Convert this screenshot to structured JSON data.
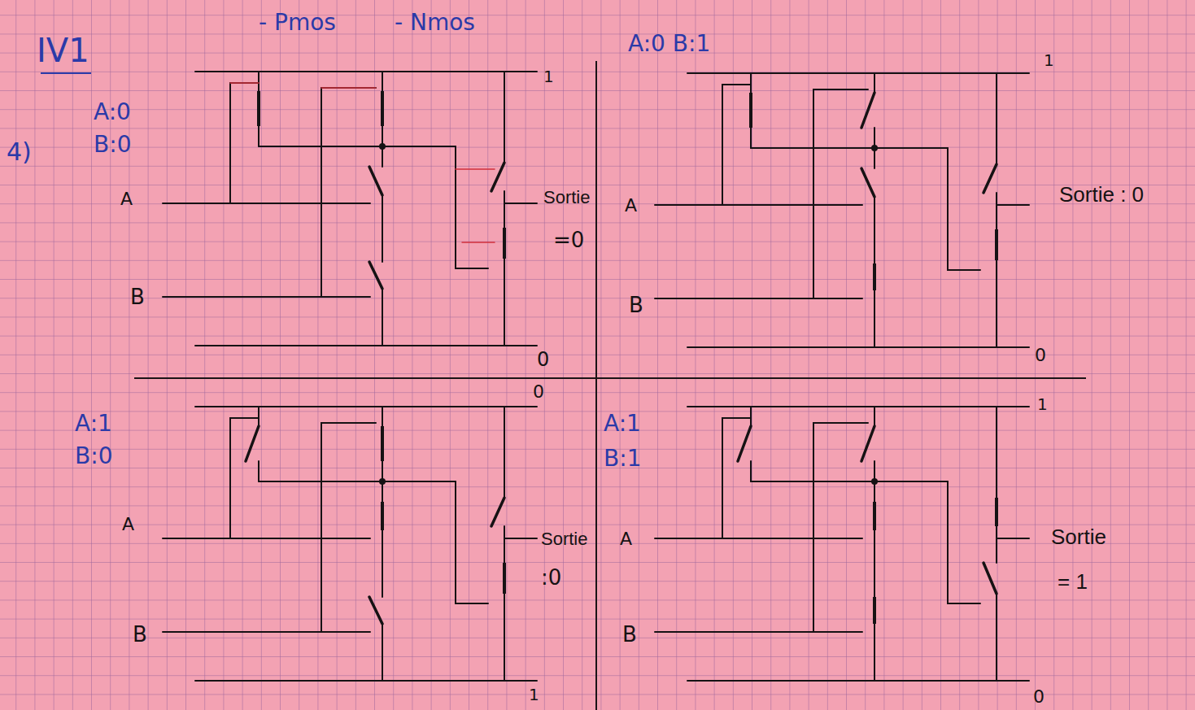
{
  "diagram": {
    "labels": [
      "IV1",
      "4)",
      "- Pmos",
      "- Nmos",
      "A:0",
      "B:0",
      "A",
      "B",
      "1",
      "Sortie",
      "=0",
      "0",
      "A:0 B:1",
      "1",
      "A",
      "B",
      "Sortie : 0",
      "0",
      "A:1",
      "B:0",
      "0",
      "A",
      "B",
      "Sortie",
      ":0",
      "1",
      "A:1",
      "B:1",
      "1",
      "A",
      "B",
      "Sortie",
      "= 1",
      "0"
    ]
  }
}
